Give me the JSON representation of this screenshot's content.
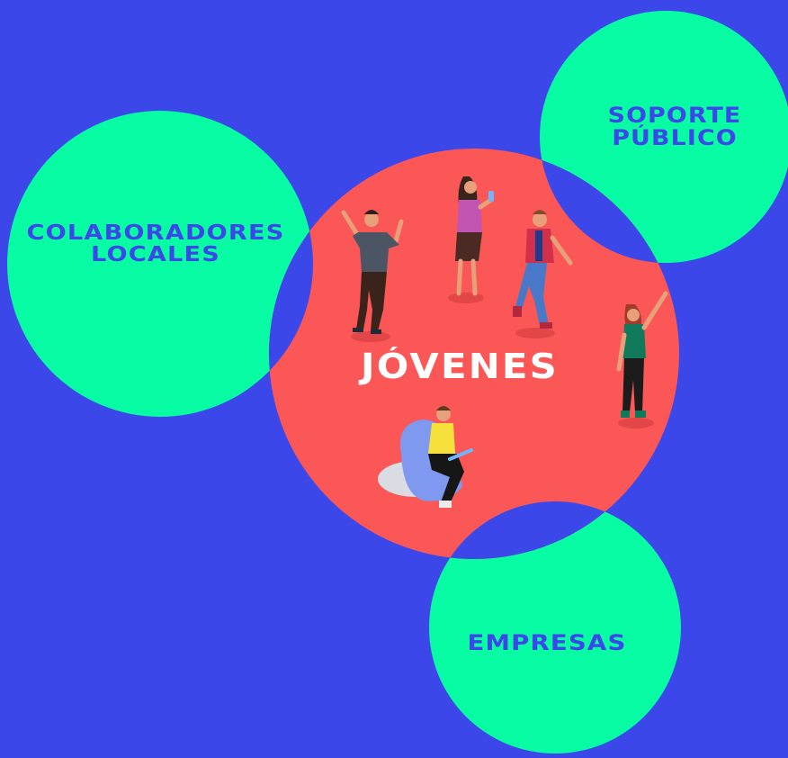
{
  "diagram": {
    "center": {
      "label": "JÓVENES",
      "color": "#fb5757"
    },
    "partners": [
      {
        "id": "colaboradores",
        "lines": [
          "COLABORADORES",
          "LOCALES"
        ]
      },
      {
        "id": "soporte",
        "lines": [
          "SOPORTE",
          "PÚBLICO"
        ]
      },
      {
        "id": "empresas",
        "lines": [
          "EMPRESAS"
        ]
      }
    ]
  },
  "colors": {
    "background": "#3c47ea",
    "partner_circle": "#07fca4",
    "overlap": "#3c47ea",
    "label_text": "#3c47ea",
    "center_text": "#ffffff"
  }
}
